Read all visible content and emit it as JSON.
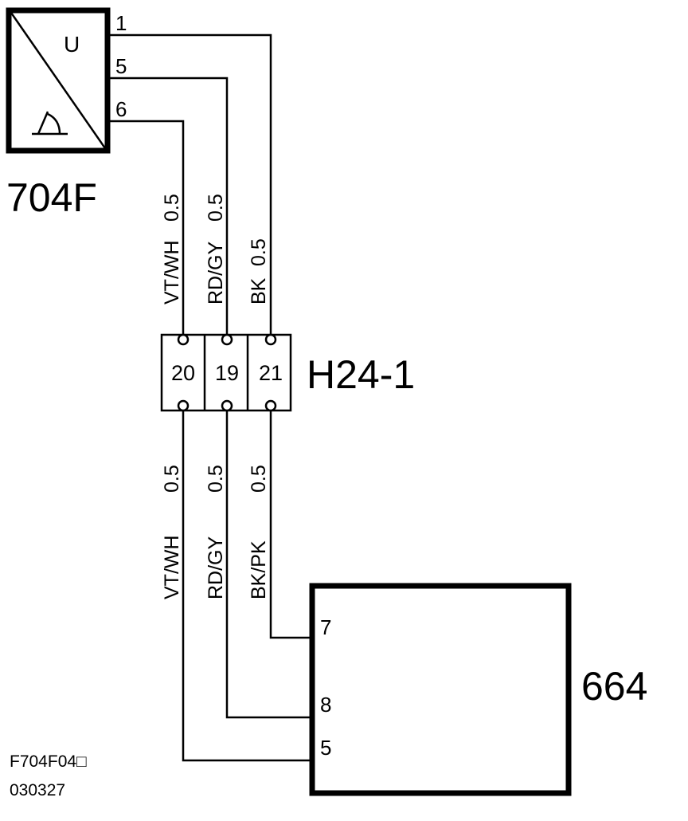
{
  "component_704f": {
    "label": "704F",
    "symbol_text": "U",
    "pins": [
      "1",
      "5",
      "6"
    ]
  },
  "connector_h24": {
    "label": "H24-1",
    "cells": [
      "20",
      "19",
      "21"
    ]
  },
  "component_664": {
    "label": "664",
    "pins": [
      "7",
      "8",
      "5"
    ]
  },
  "wires_upper": [
    {
      "color": "VT/WH",
      "size": "0.5"
    },
    {
      "color": "RD/GY",
      "size": "0.5"
    },
    {
      "color": "BK",
      "size": "0.5"
    }
  ],
  "wires_lower": [
    {
      "color": "VT/WH",
      "size": "0.5"
    },
    {
      "color": "RD/GY",
      "size": "0.5"
    },
    {
      "color": "BK/PK",
      "size": "0.5"
    }
  ],
  "footer": {
    "code": "F704F04□",
    "date": "030327"
  }
}
